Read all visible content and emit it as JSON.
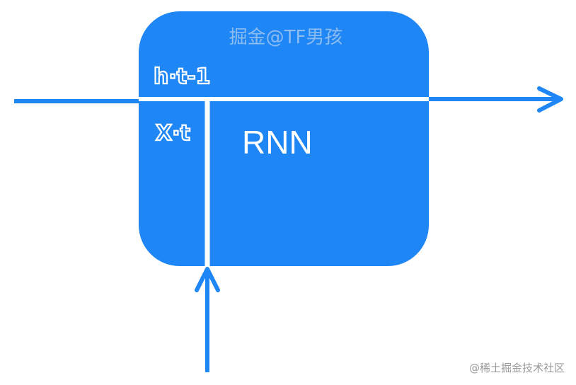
{
  "diagram": {
    "title": "RNN",
    "hidden_input_label": "h·t-1",
    "input_label": "X·t",
    "box_watermark": "掘金@TF男孩"
  },
  "footer": {
    "site_watermark": "@稀土掘金技术社区"
  },
  "colors": {
    "accent": "#1f86f5",
    "line": "#1f86f5",
    "divider": "#ffffff",
    "background": "#ffffff"
  }
}
